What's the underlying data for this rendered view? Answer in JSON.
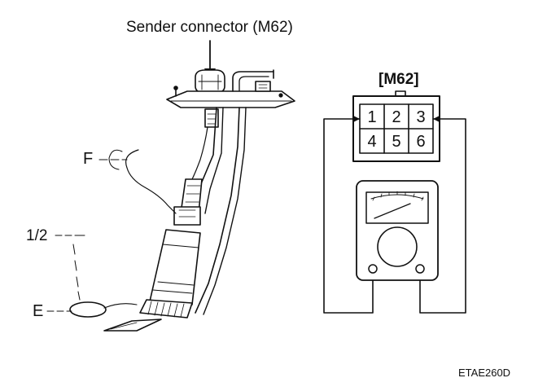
{
  "labels": {
    "sender_connector": "Sender connector (M62)",
    "connector_id": "[M62]",
    "float": "F",
    "half": "1/2",
    "empty": "E",
    "figure_code": "ETAE260D"
  },
  "connector_pins": {
    "top_row": [
      "1",
      "2",
      "3"
    ],
    "bottom_row": [
      "4",
      "5",
      "6"
    ]
  },
  "colors": {
    "line": "#111111",
    "background": "#ffffff"
  }
}
